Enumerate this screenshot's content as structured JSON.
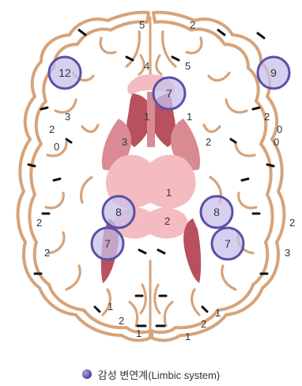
{
  "colors": {
    "cortex_outline": "#d6a37a",
    "boundary_mark": "#111111",
    "light_pink": "#f4bcc0",
    "medium_pink": "#d98a92",
    "dark_pink": "#b85060",
    "limbic_fill": "#c8c0ea",
    "limbic_stroke": "#5b50a8"
  },
  "labels": {
    "top_left": "5",
    "top_right": "2",
    "frontal_left": "4",
    "frontal_right": "5",
    "left_upper_a": "3",
    "left_upper_b": "2",
    "left_upper_c": "0",
    "right_upper_a": "2",
    "right_upper_b": "0",
    "right_upper_c": "0",
    "caudate_left": "1",
    "caudate_right": "1",
    "putamen_left": "3",
    "putamen_right": "2",
    "thalamus_upper": "1",
    "thalamus_lower": "2",
    "side_left_a": "2",
    "side_left_b": "2",
    "side_right_a": "2",
    "side_right_b": "3",
    "bottom_left_a": "1",
    "bottom_left_b": "2",
    "bottom_left_c": "1",
    "bottom_right_a": "1",
    "bottom_right_b": "2",
    "bottom_right_c": "1"
  },
  "limbic_regions": [
    {
      "label": "12"
    },
    {
      "label": "9"
    },
    {
      "label": "7"
    },
    {
      "label": "8"
    },
    {
      "label": "7"
    },
    {
      "label": "8"
    },
    {
      "label": "7"
    }
  ],
  "legend": {
    "icon": "purple-dot-icon",
    "label": "감성 변연계(Limbic system)"
  }
}
